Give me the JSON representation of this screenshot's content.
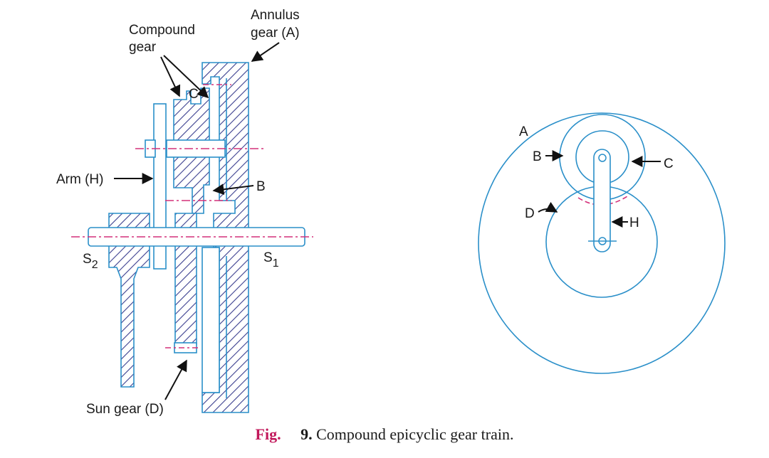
{
  "side_view": {
    "compound_gear": [
      "Compound",
      "gear"
    ],
    "annulus_gear": [
      "Annulus",
      "gear (A)"
    ],
    "label_c": "C",
    "arm": "Arm (H)",
    "label_b": "B",
    "s2": "S",
    "s2_sub": "2",
    "s1": "S",
    "s1_sub": "1",
    "sun_gear": "Sun gear (D)"
  },
  "end_view": {
    "label_a": "A",
    "label_b": "B",
    "label_c": "C",
    "label_d": "D",
    "label_h": "H"
  },
  "caption": {
    "prefix": "Fig.",
    "number": "9.",
    "title": "Compound epicyclic gear train."
  },
  "colors": {
    "outline": "#2a8fc9",
    "hatch": "#3b3f8f",
    "centerline": "#d4307a",
    "arrow": "#111111",
    "text": "#1a1a1a",
    "caption_accent": "#c2185b"
  }
}
